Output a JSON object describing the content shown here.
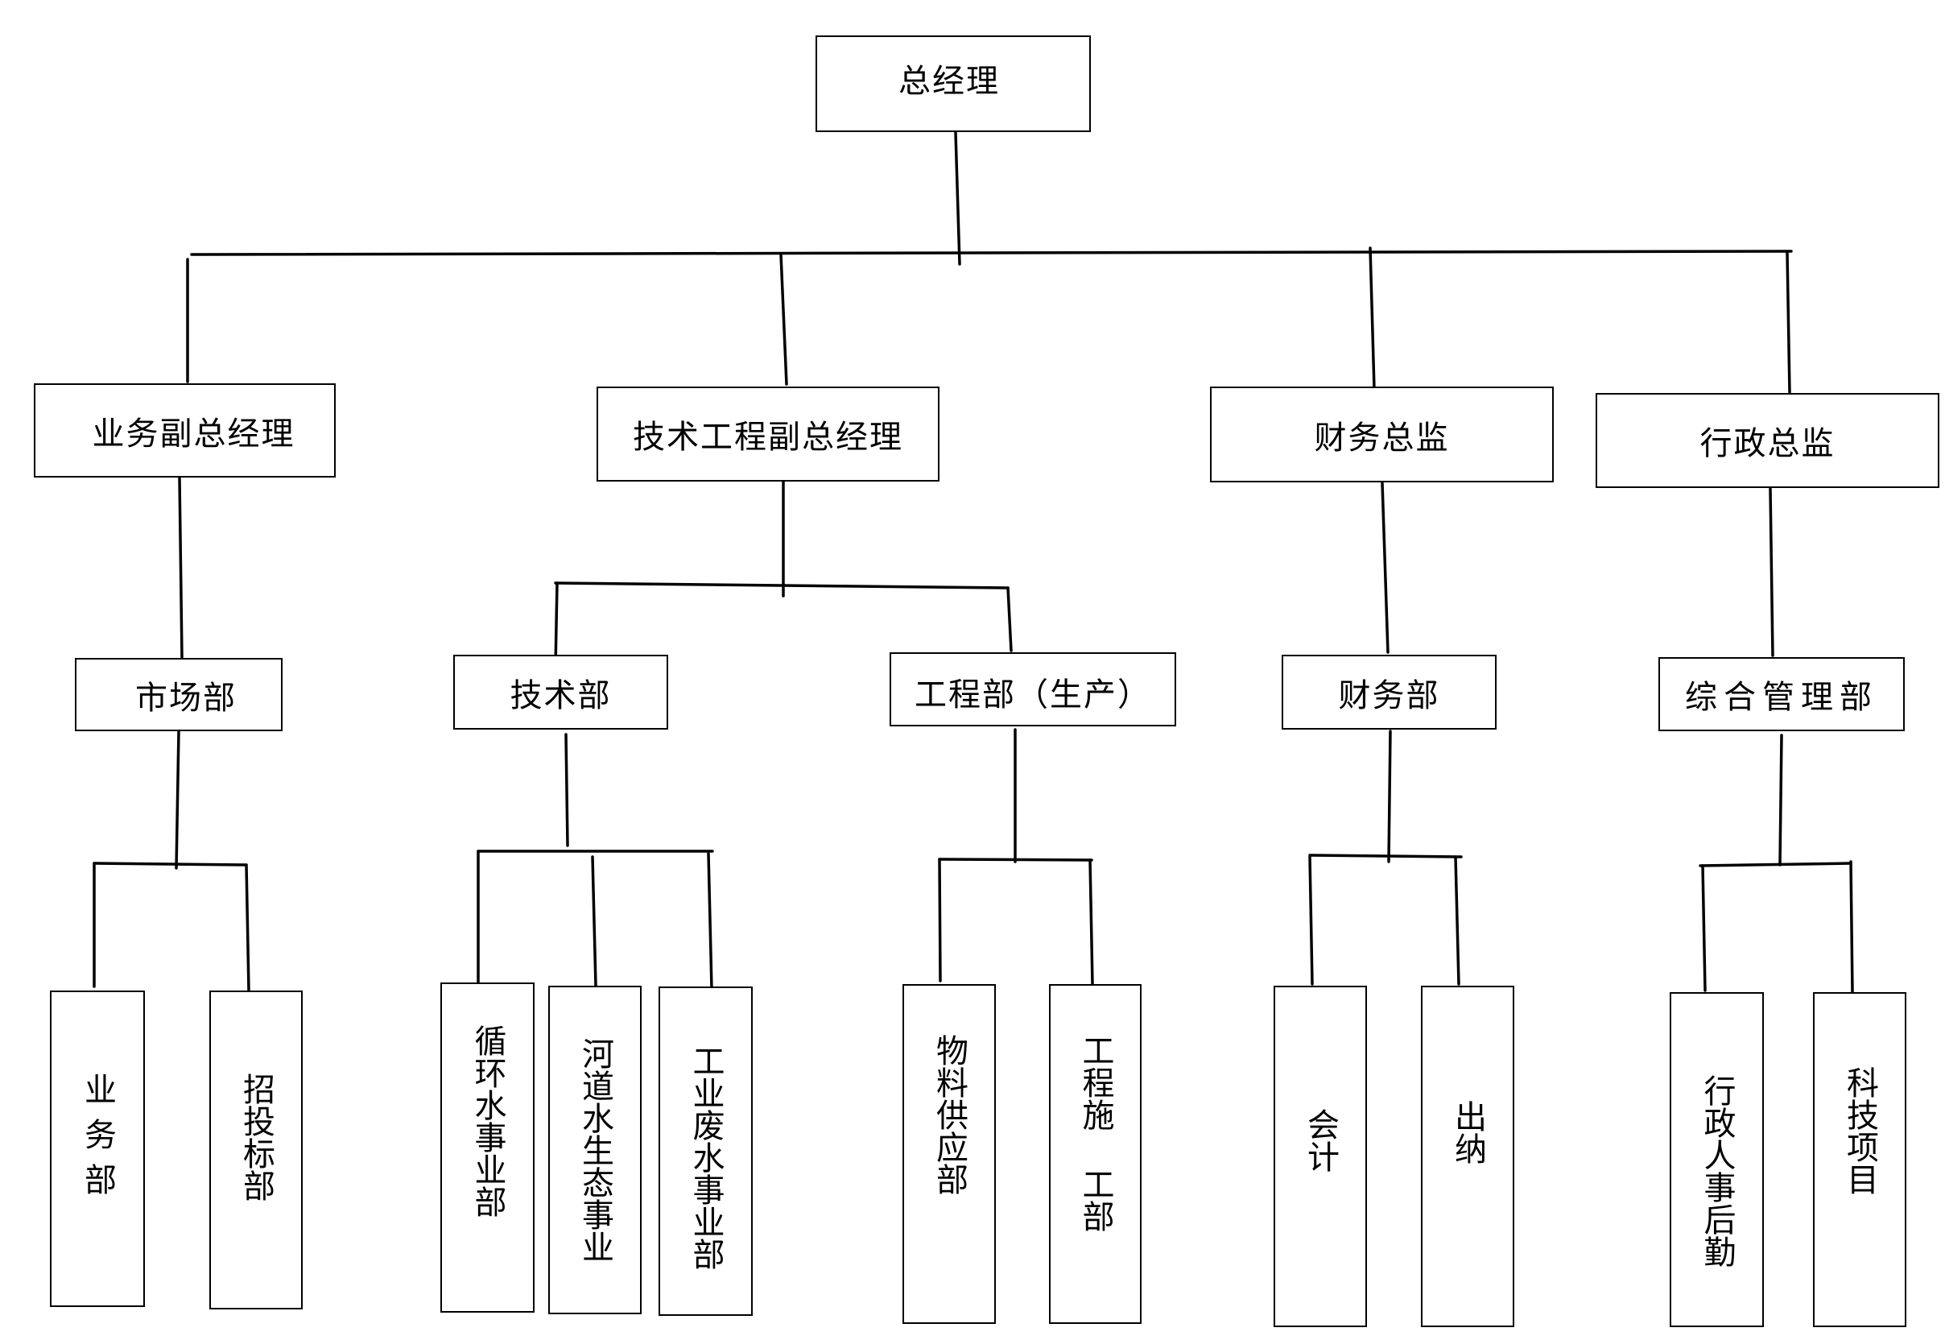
{
  "org_chart": {
    "root": "总经理",
    "executives": {
      "business_vp": "业务副总经理",
      "tech_vp": "技术工程副总经理",
      "finance_director": "财务总监",
      "admin_director": "行政总监"
    },
    "departments": {
      "market": "市场部",
      "tech": "技术部",
      "engineering": "工程部（生产）",
      "finance": "财务部",
      "general_mgmt": "综合管理部"
    },
    "units": {
      "business": "业务部",
      "bidding": "招投标部",
      "circulating_water": "循环水事业部",
      "river_ecology": "河道水生态事业",
      "industrial_wastewater": "工业废水事业部",
      "material_supply": "物料供应部",
      "construction": "工程施 工部",
      "accounting": "会计",
      "cashier": "出纳",
      "hr_logistics": "行政人事后勤",
      "sci_tech": "科技项目"
    }
  }
}
